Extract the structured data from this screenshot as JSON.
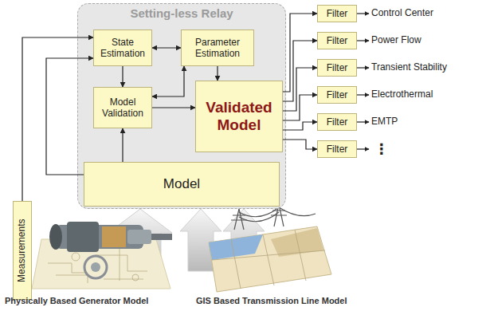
{
  "diagram": {
    "nodes": [
      {
        "text": [
          "Setting-less Relay"
        ]
      },
      {
        "text": [
          "State Estimation"
        ],
        "in": 0
      },
      {
        "text": [
          "Parameter Estimation"
        ],
        "in": 0
      },
      {
        "text": [
          "Model Validation"
        ],
        "in": 0
      },
      {
        "text": [
          "Validated Model"
        ],
        "in": 0
      },
      {
        "text": [
          "Model"
        ],
        "in": 0
      },
      {
        "text": [
          "Filter"
        ]
      },
      {
        "text": [
          "Filter"
        ]
      },
      {
        "text": [
          "Filter"
        ]
      },
      {
        "text": [
          "Filter"
        ]
      },
      {
        "text": [
          "Filter"
        ]
      },
      {
        "text": [
          "Filter"
        ]
      },
      {
        "text": [
          "Measurements"
        ]
      }
    ],
    "edges": [
      {
        "from": 1,
        "to": 2,
        "arrow": "both"
      },
      {
        "from": 1,
        "to": 3,
        "arrow": "to"
      },
      {
        "from": 2,
        "to": 3,
        "arrow": "both"
      },
      {
        "from": 2,
        "to": 4,
        "arrow": "to"
      },
      {
        "from": 3,
        "to": 4,
        "arrow": "to"
      },
      {
        "from": 5,
        "to": 3,
        "arrow": "to"
      },
      {
        "from": 12,
        "to": 1,
        "arrow": "to"
      },
      {
        "from": 5,
        "to": 1,
        "arrow": "to"
      },
      {
        "from": 4,
        "to": 6,
        "arrow": "to"
      },
      {
        "from": 4,
        "to": 7,
        "arrow": "to"
      },
      {
        "from": 4,
        "to": 8,
        "arrow": "to"
      },
      {
        "from": 4,
        "to": 9,
        "arrow": "to"
      },
      {
        "from": 4,
        "to": 10,
        "arrow": "to"
      },
      {
        "from": 4,
        "to": 11,
        "arrow": "to"
      }
    ],
    "labels": [
      "Control Center",
      "Power Flow",
      "Transient Stability",
      "Electrothermal",
      "EMTP",
      "⋮",
      "Physically Based Generator Model",
      "GIS Based Transmission Line Model"
    ]
  }
}
